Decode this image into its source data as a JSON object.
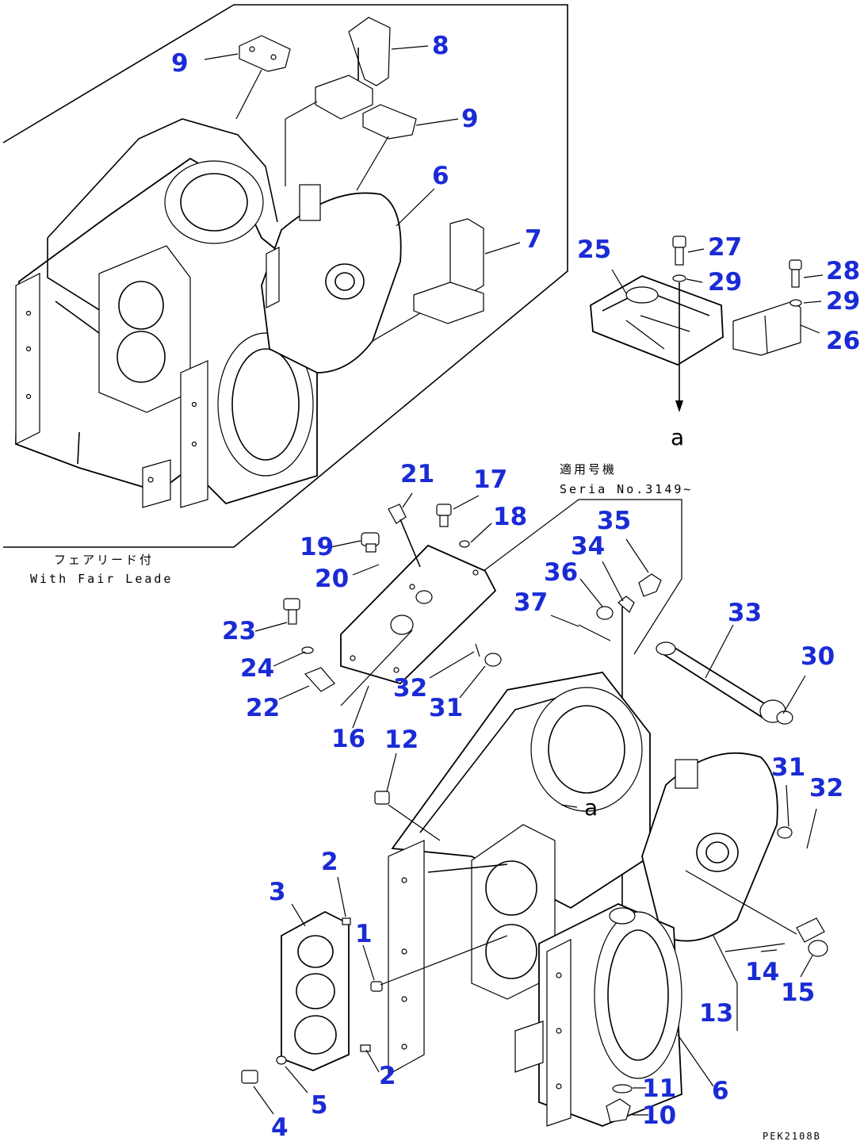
{
  "callouts": [
    {
      "id": "9a",
      "text": "9"
    },
    {
      "id": "8",
      "text": "8"
    },
    {
      "id": "9b",
      "text": "9"
    },
    {
      "id": "6a",
      "text": "6"
    },
    {
      "id": "7",
      "text": "7"
    },
    {
      "id": "25",
      "text": "25"
    },
    {
      "id": "27",
      "text": "27"
    },
    {
      "id": "29a",
      "text": "29"
    },
    {
      "id": "28",
      "text": "28"
    },
    {
      "id": "29b",
      "text": "29"
    },
    {
      "id": "26",
      "text": "26"
    },
    {
      "id": "21",
      "text": "21"
    },
    {
      "id": "17",
      "text": "17"
    },
    {
      "id": "18",
      "text": "18"
    },
    {
      "id": "19",
      "text": "19"
    },
    {
      "id": "20",
      "text": "20"
    },
    {
      "id": "35",
      "text": "35"
    },
    {
      "id": "34",
      "text": "34"
    },
    {
      "id": "36",
      "text": "36"
    },
    {
      "id": "37",
      "text": "37"
    },
    {
      "id": "33",
      "text": "33"
    },
    {
      "id": "30",
      "text": "30"
    },
    {
      "id": "23",
      "text": "23"
    },
    {
      "id": "24",
      "text": "24"
    },
    {
      "id": "22",
      "text": "22"
    },
    {
      "id": "32a",
      "text": "32"
    },
    {
      "id": "31a",
      "text": "31"
    },
    {
      "id": "16",
      "text": "16"
    },
    {
      "id": "12",
      "text": "12"
    },
    {
      "id": "31b",
      "text": "31"
    },
    {
      "id": "32b",
      "text": "32"
    },
    {
      "id": "3",
      "text": "3"
    },
    {
      "id": "2a",
      "text": "2"
    },
    {
      "id": "1",
      "text": "1"
    },
    {
      "id": "14",
      "text": "14"
    },
    {
      "id": "15",
      "text": "15"
    },
    {
      "id": "13",
      "text": "13"
    },
    {
      "id": "2b",
      "text": "2"
    },
    {
      "id": "5",
      "text": "5"
    },
    {
      "id": "4",
      "text": "4"
    },
    {
      "id": "11",
      "text": "11"
    },
    {
      "id": "10",
      "text": "10"
    },
    {
      "id": "6b",
      "text": "6"
    }
  ],
  "notes": {
    "inset_jp": "フェアリード付",
    "inset_en": "With Fair Leade",
    "serial_jp": "適用号機",
    "serial_en": "Seria No.3149~",
    "view_a_bottom": "a",
    "view_a_ref": "a",
    "drawing_code": "PEK2108B"
  },
  "colors": {
    "callout": "#1a2bd6",
    "line": "#000000",
    "background": "#ffffff"
  }
}
